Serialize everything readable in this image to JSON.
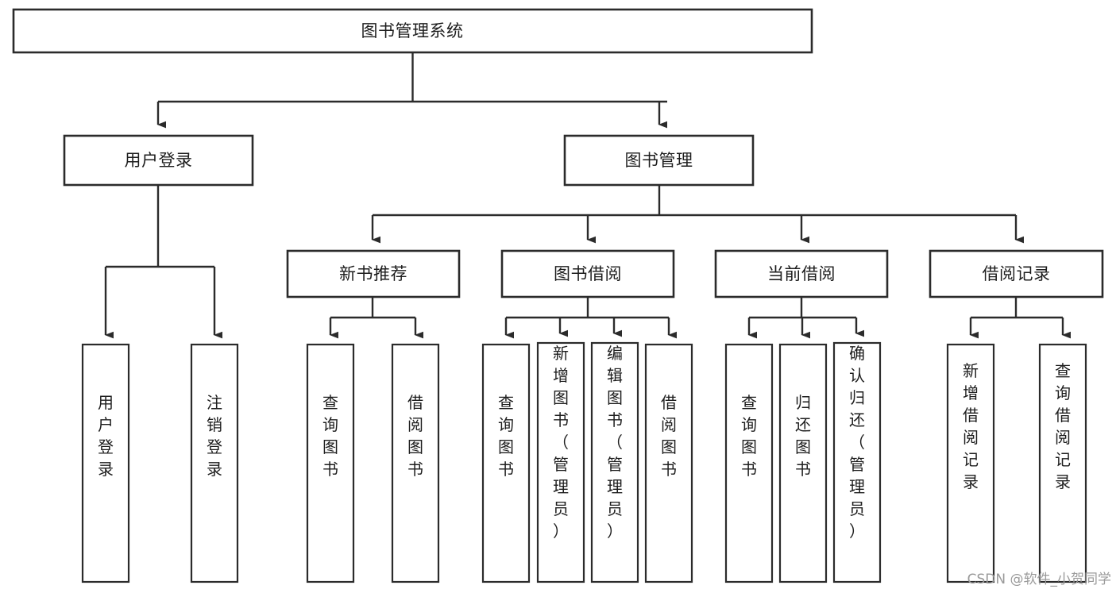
{
  "diagram": {
    "kind": "tree-hierarchy-chart",
    "title": "图书管理系统",
    "background_color": "#ffffff",
    "box_stroke_color": "#2b2b2b",
    "box_fill_color": "#ffffff",
    "text_color": "#1d1d1d",
    "connector_color": "#2b2b2b",
    "levels": 4
  },
  "root": {
    "label": "图书管理系统",
    "orientation": "horizontal"
  },
  "level2": [
    {
      "label": "用户登录",
      "orientation": "horizontal"
    },
    {
      "label": "图书管理",
      "orientation": "horizontal"
    }
  ],
  "level3": [
    {
      "label": "新书推荐",
      "orientation": "horizontal"
    },
    {
      "label": "图书借阅",
      "orientation": "horizontal"
    },
    {
      "label": "当前借阅",
      "orientation": "horizontal"
    },
    {
      "label": "借阅记录",
      "orientation": "horizontal"
    }
  ],
  "leaves": {
    "user_login": [
      {
        "label": "用户登录",
        "orientation": "vertical"
      },
      {
        "label": "注销登录",
        "orientation": "vertical"
      }
    ],
    "new_book_recommend": [
      {
        "label": "查询图书",
        "orientation": "vertical"
      },
      {
        "label": "借阅图书",
        "orientation": "vertical"
      }
    ],
    "book_borrow": [
      {
        "label": "查询图书",
        "orientation": "vertical"
      },
      {
        "label": "新增图书（管理员）",
        "orientation": "vertical"
      },
      {
        "label": "编辑图书（管理员）",
        "orientation": "vertical"
      },
      {
        "label": "借阅图书",
        "orientation": "vertical"
      }
    ],
    "current_borrow": [
      {
        "label": "查询图书",
        "orientation": "vertical"
      },
      {
        "label": "归还图书",
        "orientation": "vertical"
      },
      {
        "label": "确认归还（管理员）",
        "orientation": "vertical"
      }
    ],
    "borrow_record": [
      {
        "label": "新增借阅记录",
        "orientation": "vertical"
      },
      {
        "label": "查询借阅记录",
        "orientation": "vertical"
      }
    ]
  },
  "watermark": {
    "text": "CSDN @软件_小贺同学",
    "color": "#9a9a9a"
  }
}
